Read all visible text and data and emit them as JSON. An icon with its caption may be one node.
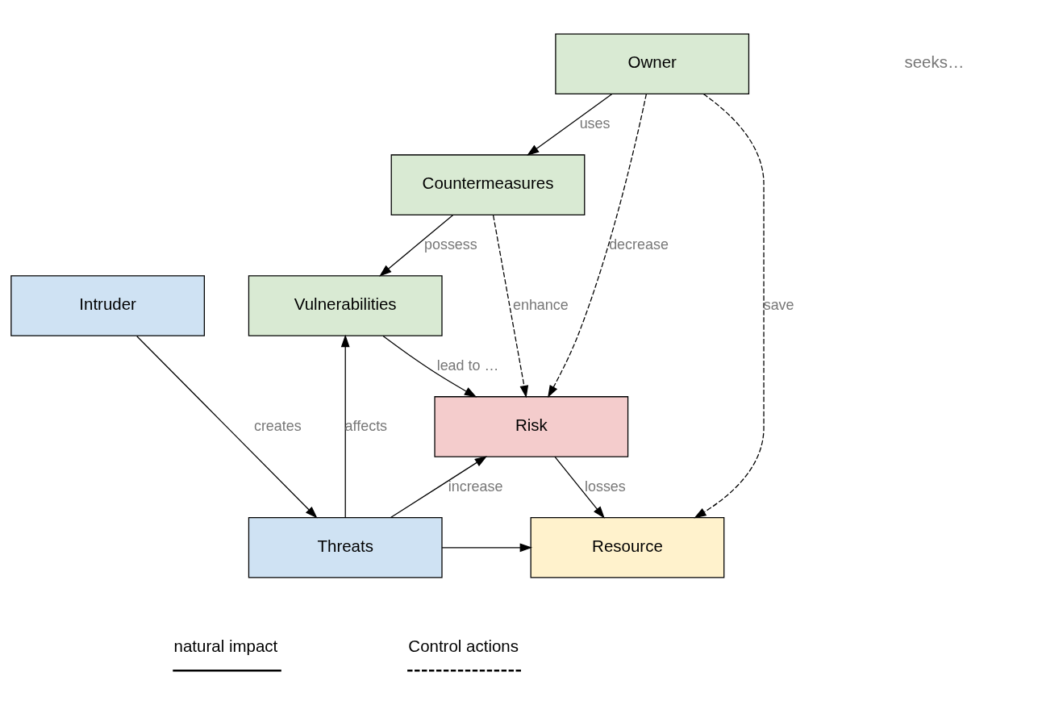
{
  "diagram": {
    "nodes": [
      {
        "text": [
          "Owner"
        ]
      },
      {
        "text": [
          "Countermeasures"
        ]
      },
      {
        "text": [
          "Vulnerabilities"
        ]
      },
      {
        "text": [
          "Intruder"
        ]
      },
      {
        "text": [
          "Threats"
        ]
      },
      {
        "text": [
          "Risk"
        ]
      },
      {
        "text": [
          "Resource"
        ]
      }
    ],
    "edges": [
      {
        "from": 0,
        "to": 1,
        "arrow": "to",
        "label": "uses"
      },
      {
        "from": 1,
        "to": 2,
        "arrow": "to",
        "label": "possess"
      },
      {
        "from": 4,
        "to": 2,
        "arrow": "to",
        "label": "affects"
      },
      {
        "from": 2,
        "to": 5,
        "arrow": "to",
        "label": "lead to …"
      },
      {
        "from": 3,
        "to": 4,
        "arrow": "to",
        "label": "creates"
      },
      {
        "from": 4,
        "to": 5,
        "arrow": "to",
        "label": "increase"
      },
      {
        "from": 4,
        "to": 6,
        "arrow": "to"
      },
      {
        "from": 5,
        "to": 6,
        "arrow": "to",
        "label": "losses"
      },
      {
        "from": 0,
        "to": 5,
        "arrow": "to",
        "label": "decrease",
        "style": "dashed"
      },
      {
        "from": 1,
        "to": 5,
        "arrow": "to",
        "label": "enhance",
        "style": "dashed"
      },
      {
        "from": 0,
        "to": 6,
        "arrow": "to",
        "label": "save",
        "style": "dashed"
      }
    ],
    "labels": [
      "seeks…"
    ],
    "legend": [
      {
        "text": "natural impact"
      },
      {
        "text": "Control actions"
      }
    ]
  }
}
